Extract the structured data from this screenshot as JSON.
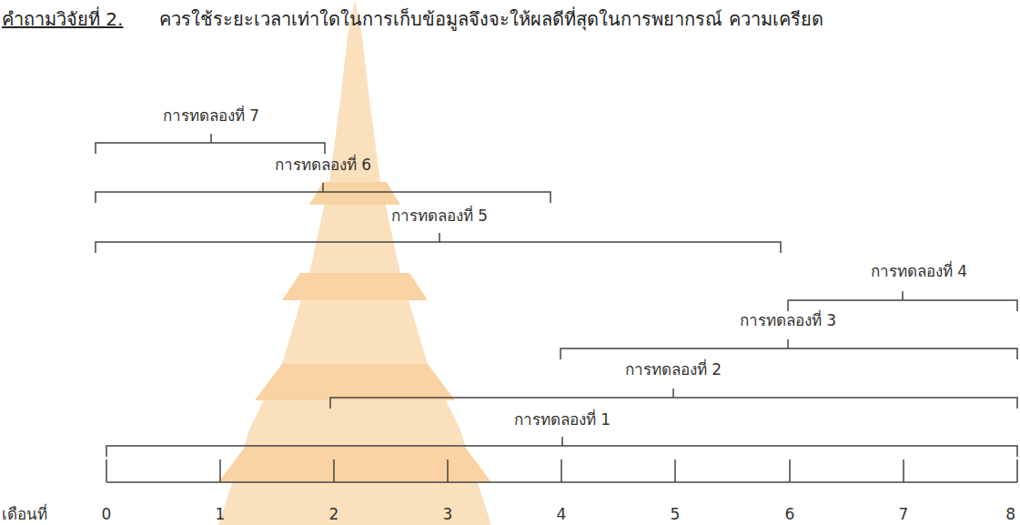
{
  "diagram": {
    "labels": [
      "คำถามวิจัยที่ 2.",
      "ควรใช้ระยะเวลาเท่าใดในการเก็บข้อมูลจึงจะให้ผลดีที่สุดในการพยากรณ์ ความเครียด",
      "การทดลองที่ 7",
      "การทดลองที่ 6",
      "การทดลองที่ 5",
      "การทดลองที่ 4",
      "การทดลองที่ 3",
      "การทดลองที่ 2",
      "การทดลองที่ 1",
      "เดือนที่",
      "0",
      "1",
      "2",
      "3",
      "4",
      "5",
      "6",
      "7",
      "8"
    ]
  }
}
